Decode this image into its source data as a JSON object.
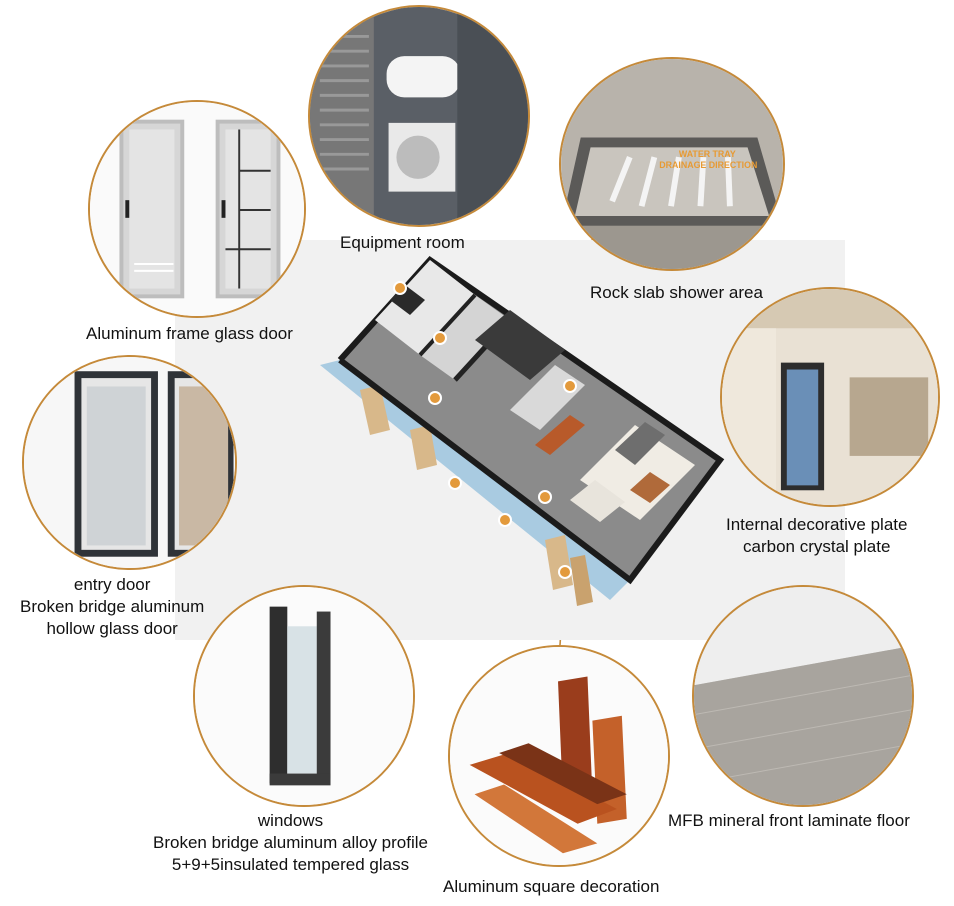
{
  "labels": {
    "equipment_room": "Equipment room",
    "rock_slab": "Rock slab shower area",
    "aluminum_glass_door": "Aluminum frame glass door",
    "internal_plate_1": "Internal decorative plate",
    "internal_plate_2": "carbon crystal plate",
    "entry_door_1": "entry door",
    "entry_door_2": "Broken bridge aluminum",
    "entry_door_3": "hollow glass door",
    "windows_1": "windows",
    "windows_2": "Broken bridge aluminum alloy profile",
    "windows_3": "5+9+5insulated tempered glass",
    "aluminum_square": "Aluminum square decoration",
    "mfb_floor": "MFB mineral front laminate floor"
  },
  "shower_tray_text": {
    "line1": "WATER TRAY",
    "line2": "DRAINAGE DIRECTION"
  },
  "colors": {
    "accent": "#c58a3a",
    "marker": "#e39a3c"
  }
}
